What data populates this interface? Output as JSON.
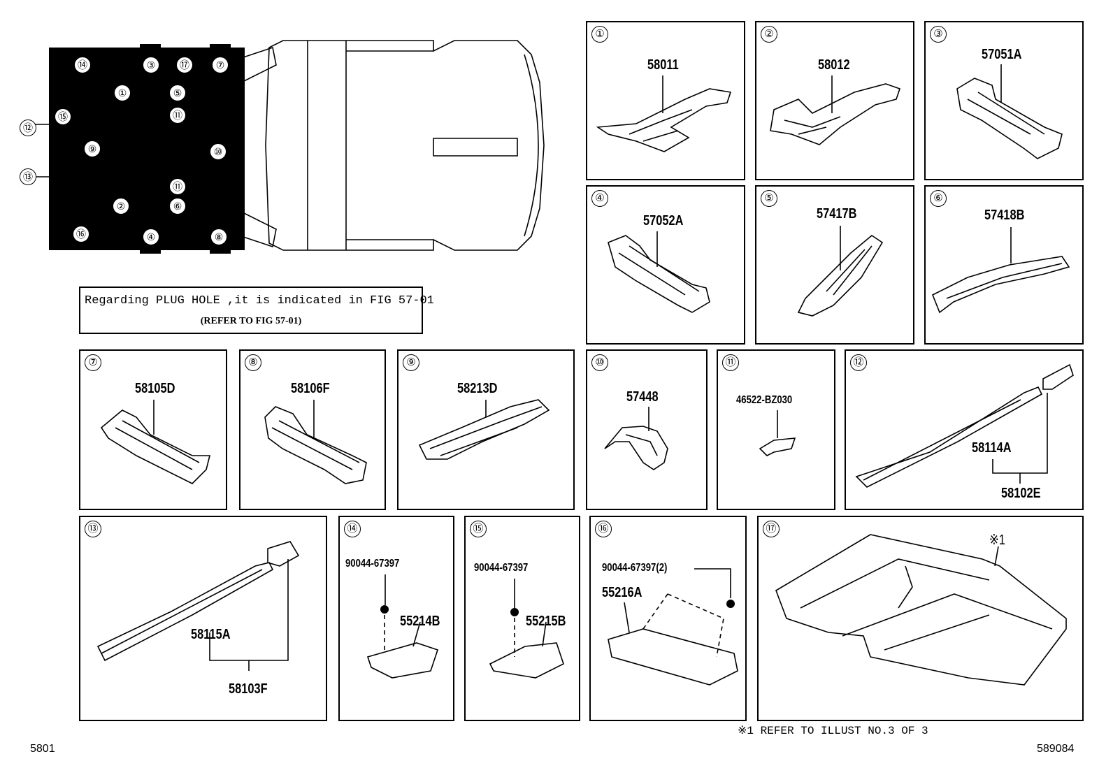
{
  "plug_note": {
    "line1": "Regarding PLUG HOLE ,it is indicated in FIG 57-01",
    "line2": "(REFER TO FIG 57-01)"
  },
  "overview_labels": [
    "⑭",
    "③",
    "⑰",
    "⑦",
    "①",
    "⑤",
    "⑮",
    "⑪",
    "⑫",
    "⑨",
    "⑩",
    "⑬",
    "⑪",
    "②",
    "⑥",
    "⑯",
    "④",
    "⑧"
  ],
  "panels": [
    {
      "num": "①",
      "part": "58011"
    },
    {
      "num": "②",
      "part": "58012"
    },
    {
      "num": "③",
      "part": "57051A"
    },
    {
      "num": "④",
      "part": "57052A"
    },
    {
      "num": "⑤",
      "part": "57417B"
    },
    {
      "num": "⑥",
      "part": "57418B"
    },
    {
      "num": "⑦",
      "part": "58105D"
    },
    {
      "num": "⑧",
      "part": "58106F"
    },
    {
      "num": "⑨",
      "part": "58213D"
    },
    {
      "num": "⑩",
      "part": "57448"
    },
    {
      "num": "⑪",
      "part": "46522-BZ030"
    },
    {
      "num": "⑫",
      "part": "58114A",
      "part2": "58102E"
    },
    {
      "num": "⑬",
      "part": "58115A",
      "part2": "58103F"
    },
    {
      "num": "⑭",
      "part": "90044-67397",
      "part2": "55214B"
    },
    {
      "num": "⑮",
      "part": "90044-67397",
      "part2": "55215B"
    },
    {
      "num": "⑯",
      "part": "90044-67397(2)",
      "part2": "55216A"
    },
    {
      "num": "⑰",
      "mark": "※1"
    }
  ],
  "footer": {
    "left_code": "5801",
    "right_code": "589084",
    "refer_note": "※1 REFER TO ILLUST NO.3 OF 3"
  }
}
